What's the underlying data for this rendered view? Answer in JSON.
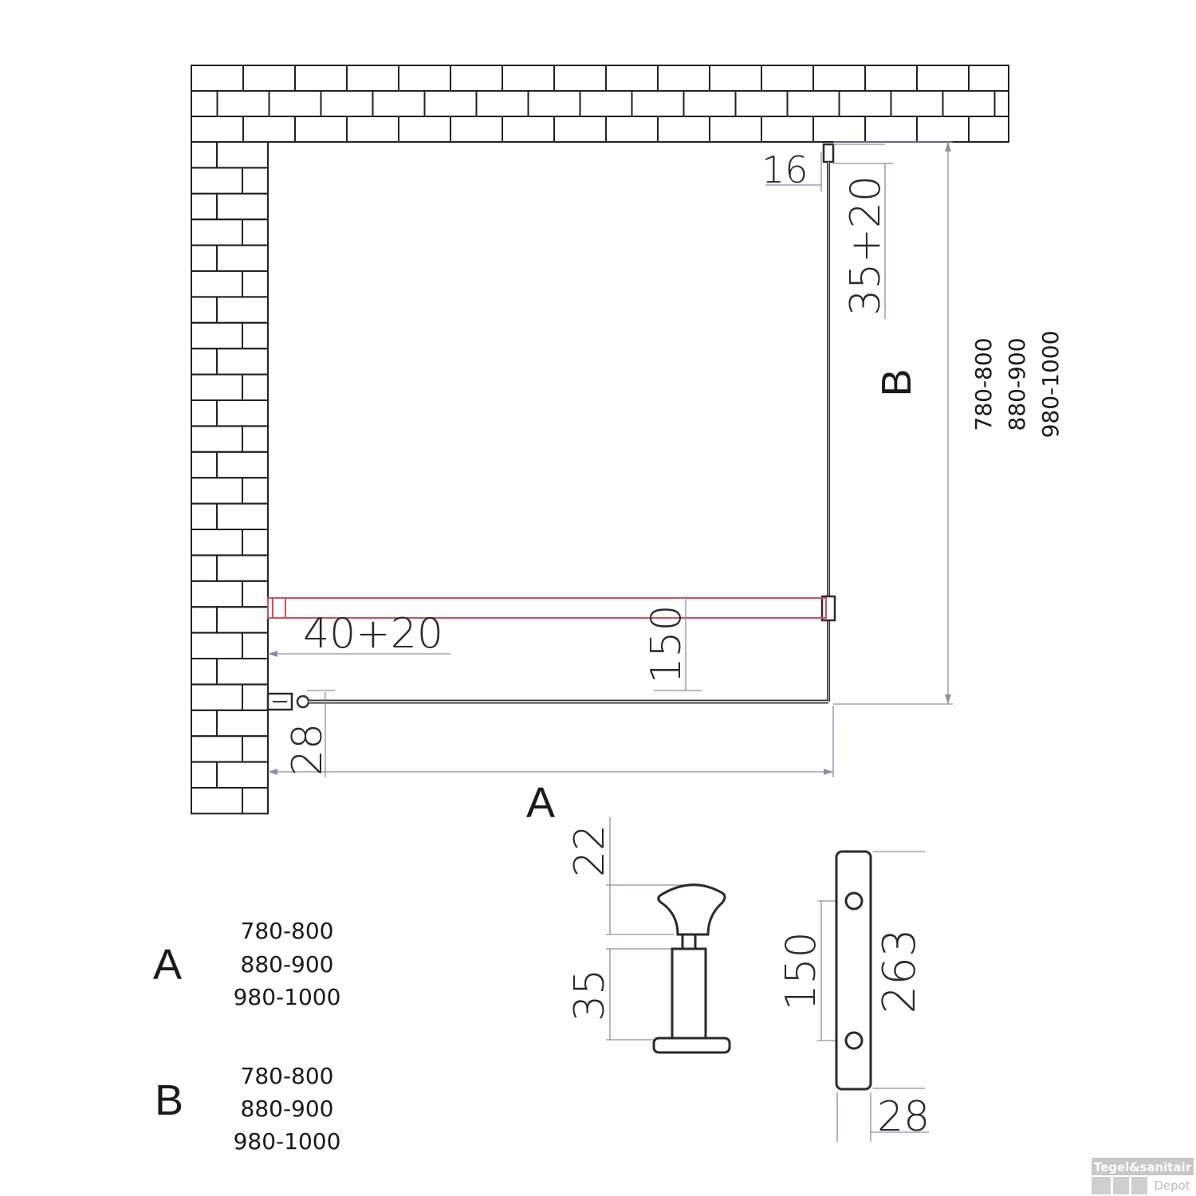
{
  "dimensions": {
    "top_clearance": "16",
    "top_adjust": "35+20",
    "wall_adjust": "40+20",
    "bar_offset": "150",
    "profile_depth": "28",
    "knob_height": "22",
    "foot_height": "35",
    "plate_hole_spacing": "150",
    "plate_length": "263",
    "plate_width": "28"
  },
  "side_labels": {
    "a": "A",
    "b": "B"
  },
  "b_vertical_ranges": [
    "780-800",
    "880-900",
    "980-1000"
  ],
  "legend": {
    "a_label": "A",
    "a_ranges": [
      "780-800",
      "880-900",
      "980-1000"
    ],
    "b_label": "B",
    "b_ranges": [
      "780-800",
      "880-900",
      "980-1000"
    ]
  },
  "logo": {
    "brand": "Tegel&sanitair",
    "sub": "Depot"
  },
  "colors": {
    "stabilizer_bar": "#c9535a",
    "dimension_line": "#8a8fa8",
    "outline": "#222222"
  }
}
